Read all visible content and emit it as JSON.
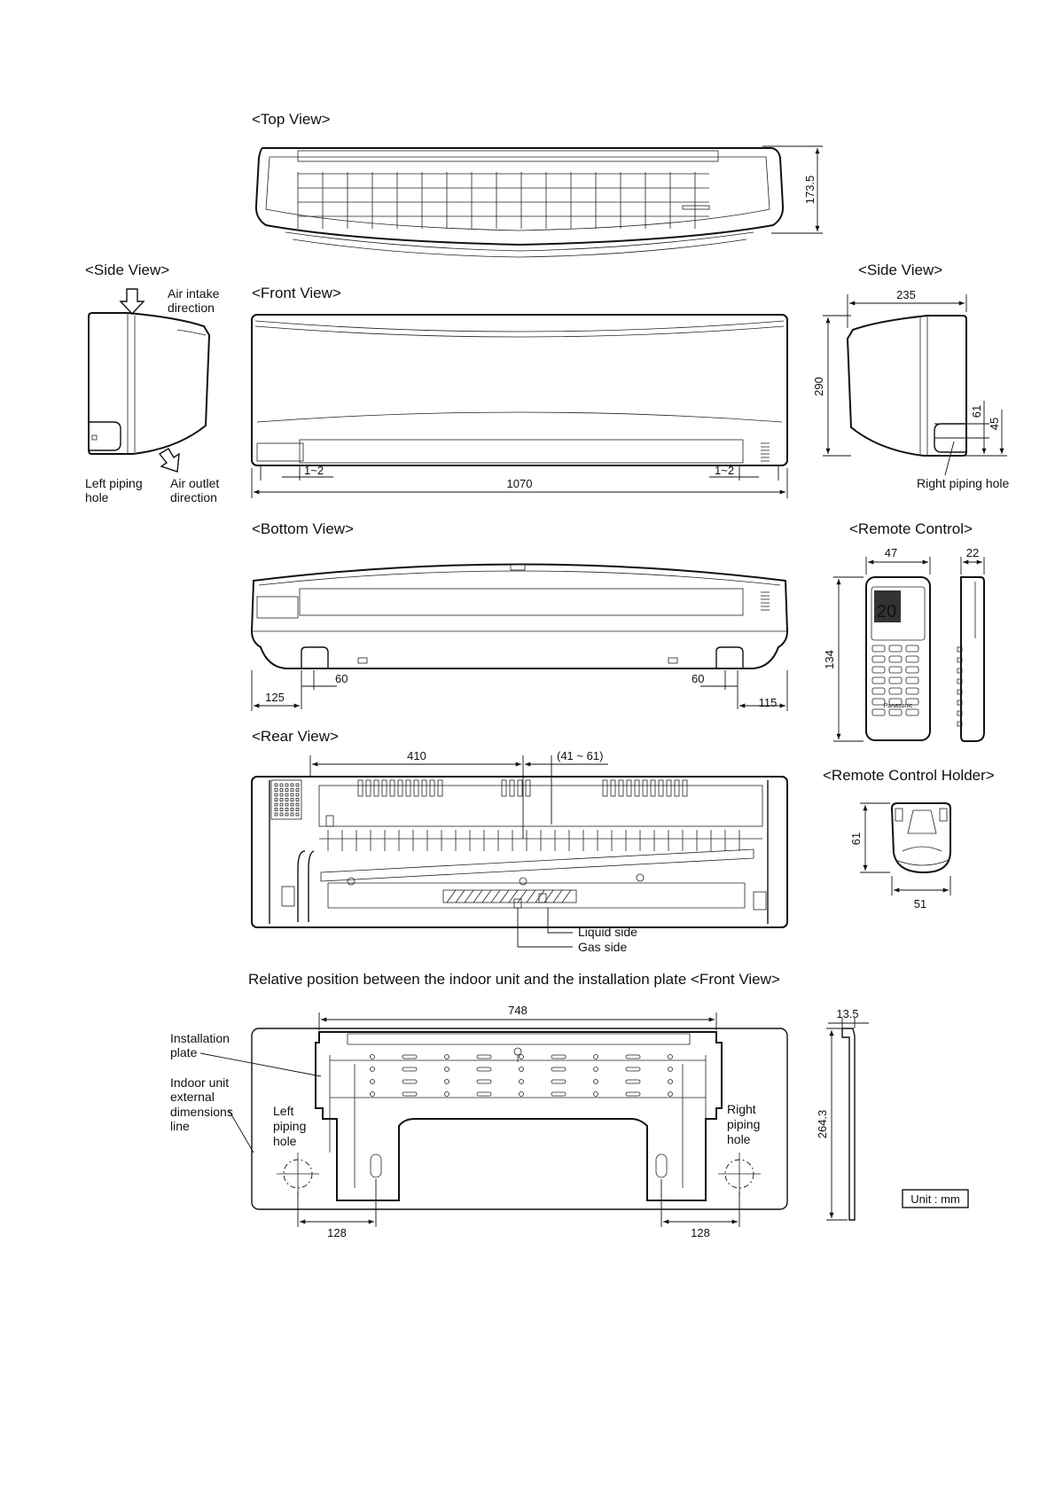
{
  "views": {
    "top": "<Top View>",
    "side_left": "<Side View>",
    "side_right": "<Side View>",
    "front": "<Front View>",
    "bottom": "<Bottom View>",
    "remote": "<Remote Control>",
    "rear": "<Rear View>",
    "holder": "<Remote Control Holder>",
    "relative": "Relative position between the indoor unit and the installation plate <Front View>"
  },
  "labels": {
    "air_intake_1": "Air intake",
    "air_intake_2": "direction",
    "air_outlet_1": "Air outlet",
    "air_outlet_2": "direction",
    "left_piping_1": "Left piping",
    "left_piping_2": "hole",
    "right_piping": "Right piping hole",
    "liquid_side": "Liquid side",
    "gas_side": "Gas side",
    "install_plate_1": "Installation",
    "install_plate_2": "plate",
    "indoor_unit_1": "Indoor unit",
    "indoor_unit_2": "external",
    "indoor_unit_3": "dimensions",
    "indoor_unit_4": "line",
    "left_hole_1": "Left",
    "left_hole_2": "piping",
    "left_hole_3": "hole",
    "right_hole_1": "Right",
    "right_hole_2": "piping",
    "right_hole_3": "hole",
    "unit": "Unit : mm",
    "remote_brand": "Panasonic"
  },
  "dimensions": {
    "top_depth": "173.5",
    "side_depth": "235",
    "height": "290",
    "pipe_61": "61",
    "pipe_45": "45",
    "gap_left": "1~2",
    "gap_right": "1~2",
    "width": "1070",
    "remote_width": "47",
    "remote_depth": "22",
    "remote_height": "134",
    "bottom_60_left": "60",
    "bottom_125": "125",
    "bottom_60_right": "60",
    "bottom_115": "115",
    "rear_410": "410",
    "rear_41_61": "(41 ~ 61)",
    "holder_height": "61",
    "holder_width": "51",
    "plate_748": "748",
    "plate_13_5": "13.5",
    "plate_264_3": "264.3",
    "plate_128_left": "128",
    "plate_128_right": "128"
  }
}
